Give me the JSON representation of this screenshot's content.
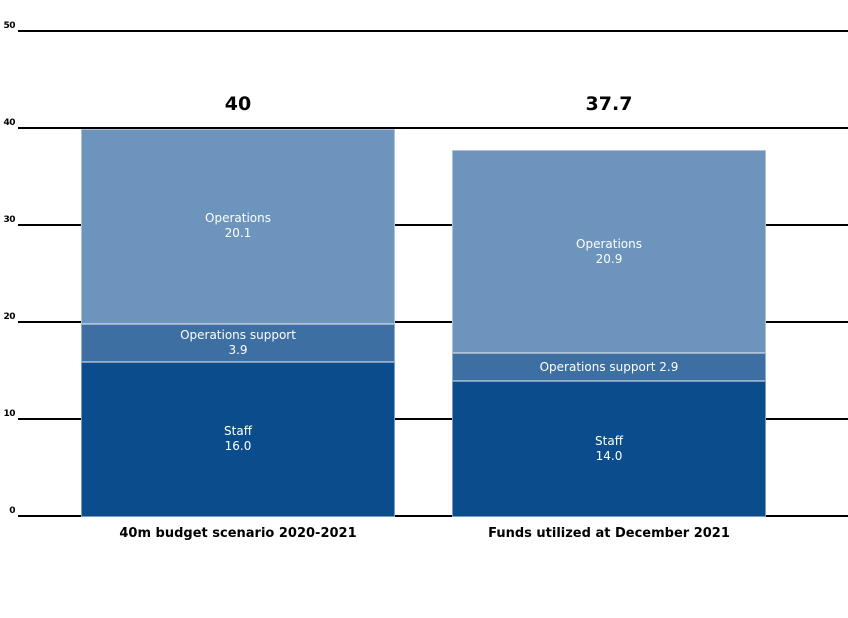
{
  "chart_data": {
    "type": "bar",
    "stacked": true,
    "title": "",
    "xlabel": "",
    "ylabel": "",
    "ylim": [
      0,
      50
    ],
    "yticks": [
      0,
      10,
      20,
      30,
      40,
      50
    ],
    "grid": true,
    "gridline_color": "#000000",
    "background_color": "#ffffff",
    "bar_label_text_color": "#ffffff",
    "categories": [
      "40m budget scenario 2020-2021",
      "Funds utilized at December 2021"
    ],
    "totals": [
      "40",
      "37.7"
    ],
    "series": [
      {
        "name": "Staff",
        "color": "#0b4d8c",
        "values": [
          16.0,
          14.0
        ],
        "segment_labels": [
          [
            "Staff",
            "16.0"
          ],
          [
            "Staff",
            "14.0"
          ]
        ]
      },
      {
        "name": "Operations support",
        "color": "#3d6fa3",
        "values": [
          3.9,
          2.9
        ],
        "segment_labels": [
          [
            "Operations support",
            "3.9"
          ],
          [
            "Operations support 2.9"
          ]
        ]
      },
      {
        "name": "Operations",
        "color": "#6d94bc",
        "values": [
          20.1,
          20.9
        ],
        "segment_labels": [
          [
            "Operations",
            "20.1"
          ],
          [
            "Operations",
            "20.9"
          ]
        ]
      }
    ]
  }
}
